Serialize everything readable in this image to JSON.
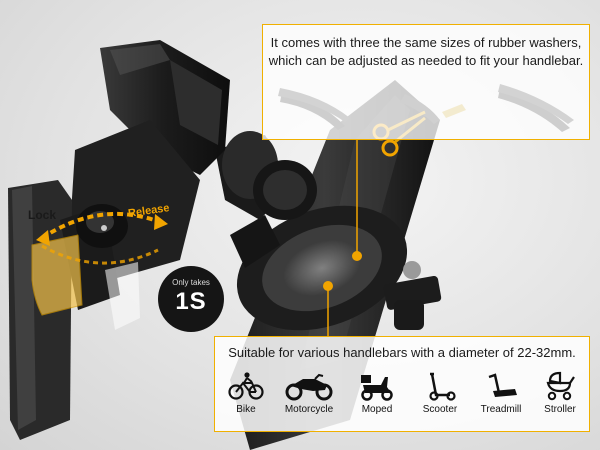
{
  "top_caption_line1": "It comes with three the same sizes of rubber washers,",
  "top_caption_line2": "which can be adjusted as needed to fit your handlebar.",
  "bottom_caption": "Suitable for various handlebars with a diameter of 22-32mm.",
  "lock_label": "Lock",
  "release_label": "Release",
  "badge_small": "Only takes",
  "badge_big": "1S",
  "vehicles": [
    {
      "label": "Bike",
      "icon": "bike-icon"
    },
    {
      "label": "Motorcycle",
      "icon": "motorcycle-icon"
    },
    {
      "label": "Moped",
      "icon": "moped-icon"
    },
    {
      "label": "Scooter",
      "icon": "scooter-icon"
    },
    {
      "label": "Treadmill",
      "icon": "treadmill-icon"
    },
    {
      "label": "Stroller",
      "icon": "stroller-icon"
    }
  ],
  "colors": {
    "accent": "#f1a400",
    "dark": "#1c1c1c"
  }
}
